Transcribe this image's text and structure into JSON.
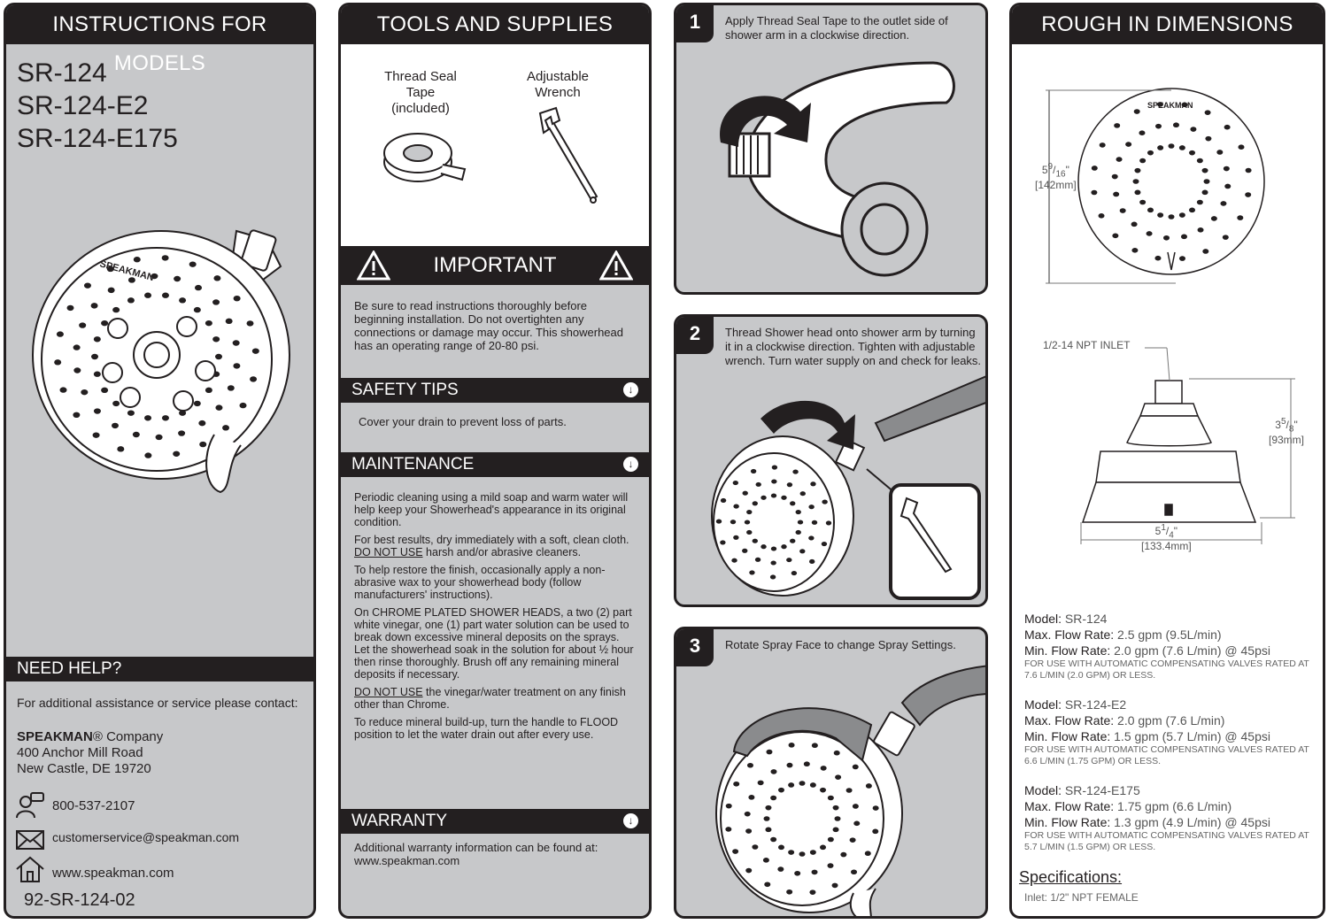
{
  "models_panel": {
    "header": "INSTRUCTIONS FOR MODELS",
    "models": [
      "SR-124",
      "SR-124-E2",
      "SR-124-E175"
    ],
    "help_title": "NEED HELP?",
    "help_intro": "For additional assistance or service please contact:",
    "company_brand": "SPEAKMAN",
    "company_suffix": "® Company",
    "address_line1": "400 Anchor Mill Road",
    "address_line2": "New Castle, DE 19720",
    "phone": "800-537-2107",
    "email": "customerservice@speakman.com",
    "website": "www.speakman.com",
    "doc_number": "92-SR-124-02",
    "logo_text": "SPEAKMAN"
  },
  "tools_panel": {
    "header": "TOOLS AND SUPPLIES",
    "tool1_line1": "Thread Seal",
    "tool1_line2": "Tape",
    "tool1_line3": "(included)",
    "tool2_line1": "Adjustable",
    "tool2_line2": "Wrench",
    "important_title": "IMPORTANT",
    "important_text": "Be sure to read instructions thoroughly before beginning installation. Do not overtighten any connections or damage may occur. This showerhead has an operating range of 20-80 psi.",
    "safety_title": "SAFETY TIPS",
    "safety_text": "Cover your drain to prevent loss of parts.",
    "maintenance_title": "MAINTENANCE",
    "m1": "Periodic cleaning using a mild soap and warm water will help keep your Showerhead's appearance in its original condition.",
    "m2_a": "For best results, dry immediately with a soft, clean cloth.",
    "m2_u": "DO NOT USE",
    "m2_b": "harsh and/or abrasive cleaners.",
    "m3": "To help restore the finish, occasionally apply a non-abrasive wax to your showerhead body (follow manufacturers' instructions).",
    "m4": "On CHROME PLATED SHOWER HEADS, a two (2) part white vinegar, one (1) part water solution can be used to break down excessive mineral deposits on the sprays. Let the showerhead soak in the solution for about ½ hour then rinse thoroughly. Brush off any remaining mineral deposits if necessary.",
    "m5_u": "DO NOT USE",
    "m5_b": "the vinegar/water treatment on any finish other than Chrome.",
    "m6": "To reduce mineral build-up, turn the handle to FLOOD position to let the water drain out after every use.",
    "warranty_title": "WARRANTY",
    "warranty_line1": "Additional warranty information can be found at:",
    "warranty_line2": "www.speakman.com"
  },
  "steps": [
    {
      "num": "1",
      "text": "Apply Thread Seal Tape to the outlet side of shower arm in a clockwise direction."
    },
    {
      "num": "2",
      "text": "Thread Shower head onto shower arm by turning it in a clockwise direction. Tighten with adjustable wrench. Turn water supply on and check for leaks."
    },
    {
      "num": "3",
      "text": "Rotate Spray Face to change Spray Settings."
    }
  ],
  "dimensions_panel": {
    "header": "ROUGH IN DIMENSIONS",
    "dim_height_whole": "5",
    "dim_height_num": "9",
    "dim_height_den": "16",
    "dim_height_inch": "\"",
    "dim_height_mm": "[142mm]",
    "inlet_label": "1/2-14 NPT INLET",
    "dim_depth_whole": "3",
    "dim_depth_num": "5",
    "dim_depth_den": "8",
    "dim_depth_inch": "\"",
    "dim_depth_mm": "[93mm]",
    "dim_width_whole": "5",
    "dim_width_num": "1",
    "dim_width_den": "4",
    "dim_width_inch": "\"",
    "dim_width_mm": "[133.4mm]",
    "specs": [
      {
        "model_label": "Model:",
        "model": "SR-124",
        "max_label": "Max. Flow Rate:",
        "max": "2.5 gpm (9.5L/min)",
        "min_label": "Min. Flow Rate:",
        "min": "2.0 gpm (7.6 L/min) @ 45psi",
        "note": "FOR USE WITH AUTOMATIC COMPENSATING VALVES RATED AT 7.6 L/MIN (2.0 GPM) OR LESS."
      },
      {
        "model_label": "Model:",
        "model": "SR-124-E2",
        "max_label": "Max. Flow Rate:",
        "max": "2.0 gpm (7.6 L/min)",
        "min_label": "Min. Flow Rate:",
        "min": "1.5 gpm (5.7 L/min) @ 45psi",
        "note": "FOR USE WITH AUTOMATIC COMPENSATING VALVES RATED AT 6.6 L/MIN (1.75 GPM) OR LESS."
      },
      {
        "model_label": "Model:",
        "model": "SR-124-E175",
        "max_label": "Max. Flow Rate:",
        "max": "1.75 gpm (6.6 L/min)",
        "min_label": "Min. Flow Rate:",
        "min": "1.3 gpm (4.9 L/min) @ 45psi",
        "note": "FOR USE WITH AUTOMATIC COMPENSATING VALVES RATED AT 5.7 L/MIN (1.5 GPM) OR LESS."
      }
    ],
    "spec_title": "Specifications:",
    "inlet_spec": "Inlet: 1/2\" NPT FEMALE"
  },
  "colors": {
    "dark": "#231f20",
    "panel_gray": "#c7c8ca",
    "white": "#ffffff"
  }
}
